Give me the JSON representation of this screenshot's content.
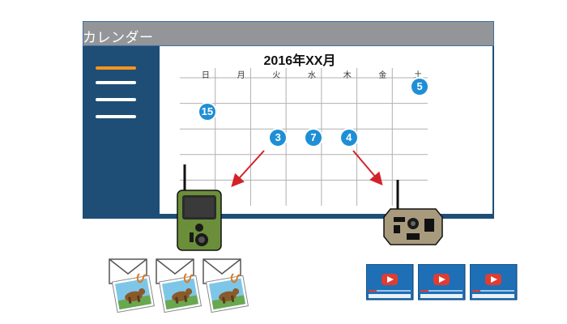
{
  "window": {
    "title": "カレンダー"
  },
  "sidebar": {
    "menu_line_colors": [
      "#f7941d",
      "#ffffff",
      "#ffffff",
      "#ffffff"
    ]
  },
  "calendar": {
    "title": "2016年XX月",
    "days": [
      "日",
      "月",
      "火",
      "水",
      "木",
      "金",
      "土"
    ],
    "events": [
      {
        "label": "5",
        "day": "土",
        "week": 1
      },
      {
        "label": "15",
        "day": "日",
        "week": 2
      },
      {
        "label": "3",
        "day": "火",
        "week": 3
      },
      {
        "label": "7",
        "day": "水",
        "week": 3
      },
      {
        "label": "4",
        "day": "木",
        "week": 3
      }
    ]
  },
  "colors": {
    "accent_blue": "#1e8fd6",
    "window_navy": "#1e4e75",
    "title_bar_gray": "#939598",
    "arrow_red": "#d2232a",
    "camera_green": "#6b8e3a",
    "camera_tan": "#a89a7c",
    "video_blue": "#1e6fb5",
    "play_red": "#e03c31"
  },
  "devices": [
    {
      "icon": "green-trail-camera-icon",
      "outputs": "email-with-photo-attachment",
      "count": 3
    },
    {
      "icon": "tan-trail-camera-icon",
      "outputs": "video-thumbnail",
      "count": 3
    }
  ]
}
